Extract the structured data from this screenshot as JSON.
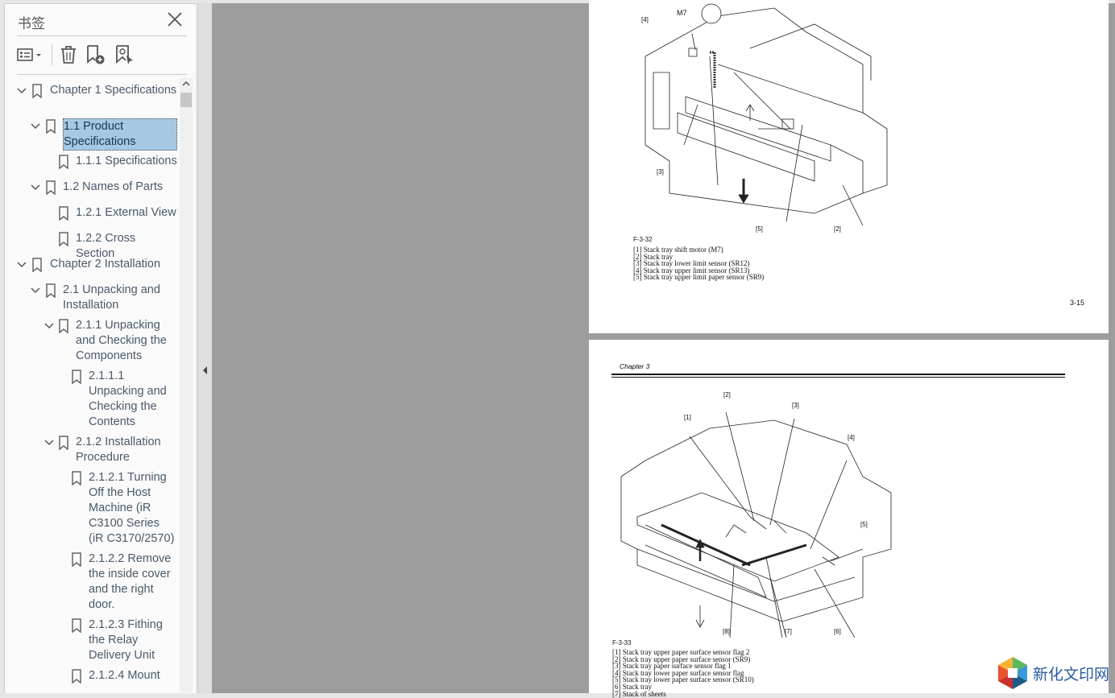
{
  "panel": {
    "title": "书签"
  },
  "bookmarks": [
    {
      "label": "Chapter 1 Specifications",
      "level": 0
    },
    {
      "label": "1.1 Product Specifications",
      "level": 1,
      "selected": true
    },
    {
      "label": "1.1.1 Specifications",
      "level": 2
    },
    {
      "label": "1.2 Names of Parts",
      "level": 1
    },
    {
      "label": "1.2.1 External View",
      "level": 2
    },
    {
      "label": "1.2.2 Cross Section",
      "level": 2
    },
    {
      "label": "Chapter 2 Installation",
      "level": 0
    },
    {
      "label": "2.1 Unpacking and Installation",
      "level": 1
    },
    {
      "label": "2.1.1 Unpacking and Checking the Components",
      "level": 2
    },
    {
      "label": "2.1.1.1 Unpacking and Checking the Contents",
      "level": 3
    },
    {
      "label": "2.1.2 Installation Procedure",
      "level": 2
    },
    {
      "label": "2.1.2.1 Turning Off the Host Machine (iR C3100 Series (iR C3170/2570)",
      "level": 3
    },
    {
      "label": "2.1.2.2 Remove the inside cover and the right door.",
      "level": 3
    },
    {
      "label": "2.1.2.3 Fithing the Relay Delivery Unit",
      "level": 3
    },
    {
      "label": "2.1.2.4 Mount",
      "level": 3
    }
  ],
  "page1": {
    "fig_id": "F-3-32",
    "callouts": [
      "[4]",
      "M7",
      "[3]",
      "[5]",
      "[2]"
    ],
    "legend": [
      "[1] Stack tray shift motor (M7)",
      "[2] Stack tray",
      "[3] Stack tray lower limit sensor (SR12)",
      "[4] Stack tray upper limit sensor (SR13)",
      "[5] Stack tray upper limit paper sensor (SR9)"
    ],
    "page_number": "3-15"
  },
  "page2": {
    "chapter": "Chapter 3",
    "fig_id": "F-3-33",
    "callouts": [
      "[1]",
      "[2]",
      "[3]",
      "[4]",
      "[5]",
      "[6]",
      "[7]",
      "[8]"
    ],
    "legend": [
      "[1] Stack tray upper paper surface sensor flag 2",
      "[2] Stack tray upper paper surface sensor (SR9)",
      "[3] Stack tray paper surface sensor flag 1",
      "[4] Stack tray lower paper surface sensor flag",
      "[5] Stack tray lower paper surface sensor (SR10)",
      "[6] Stack tray",
      "[7] Stack of sheets"
    ]
  },
  "watermark": {
    "text": "新化文印网"
  }
}
